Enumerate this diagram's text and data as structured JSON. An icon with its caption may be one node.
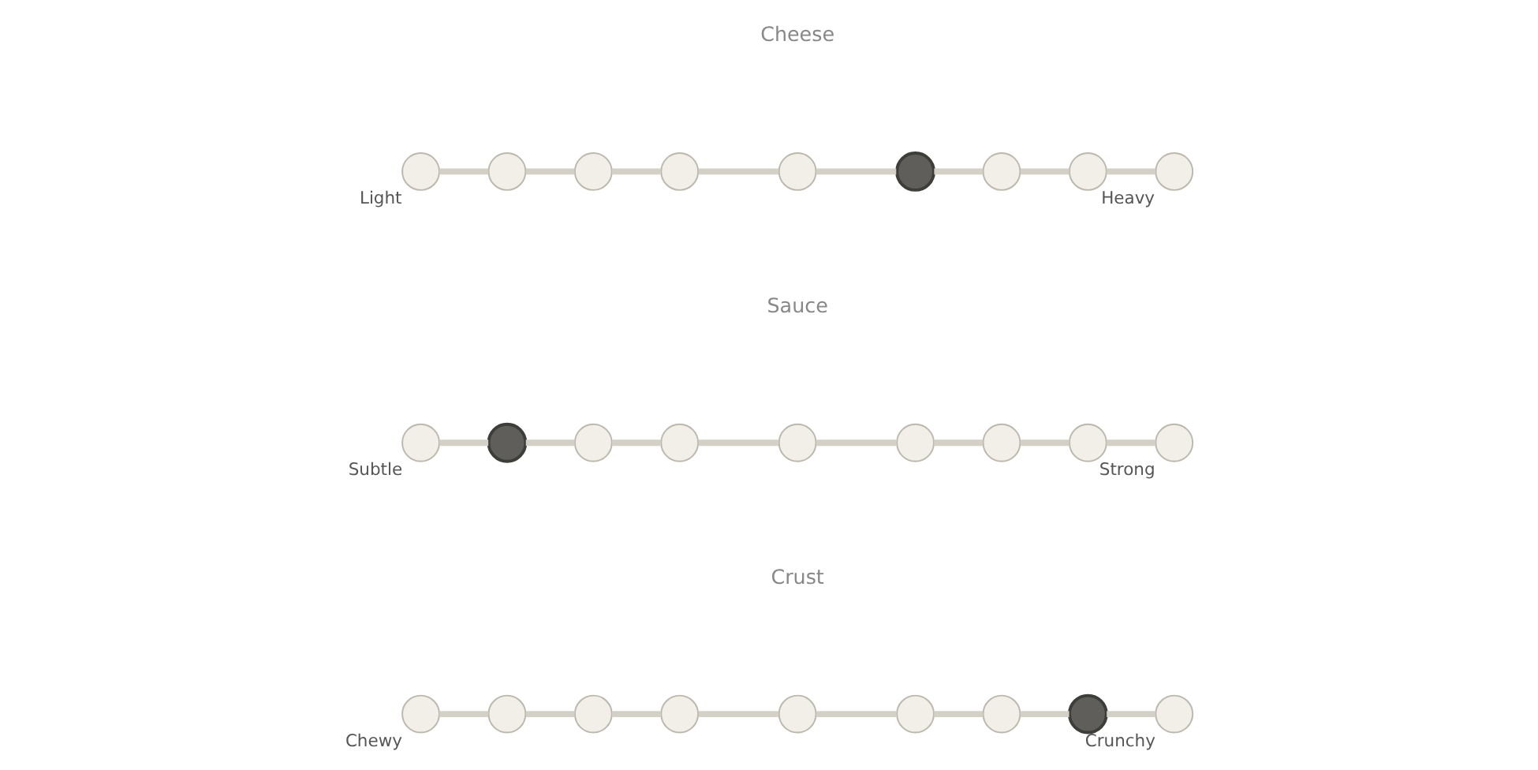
{
  "diagram": {
    "nodes": [
      {
        "text": [],
        "shape": "circle",
        "beside": [
          "Chewy"
        ]
      },
      {
        "text": [],
        "shape": "circle"
      },
      {
        "text": [],
        "shape": "circle"
      },
      {
        "text": [],
        "shape": "circle"
      },
      {
        "text": [],
        "shape": "circle"
      },
      {
        "text": [],
        "shape": "circle"
      },
      {
        "text": [],
        "shape": "circle"
      },
      {
        "text": [],
        "shape": "circle"
      },
      {
        "text": [],
        "shape": "circle",
        "beside": [
          "Crunchy"
        ]
      },
      {
        "text": [],
        "shape": "circle",
        "beside": [
          "Subtle"
        ]
      },
      {
        "text": [],
        "shape": "circle"
      },
      {
        "text": [],
        "shape": "circle"
      },
      {
        "text": [],
        "shape": "circle"
      },
      {
        "text": [],
        "shape": "circle"
      },
      {
        "text": [],
        "shape": "circle"
      },
      {
        "text": [],
        "shape": "circle"
      },
      {
        "text": [],
        "shape": "circle"
      },
      {
        "text": [],
        "shape": "circle",
        "beside": [
          "Strong"
        ]
      },
      {
        "text": [],
        "shape": "circle",
        "beside": [
          "Light"
        ]
      },
      {
        "text": [],
        "shape": "circle"
      },
      {
        "text": [],
        "shape": "circle"
      },
      {
        "text": [],
        "shape": "circle"
      },
      {
        "text": [],
        "shape": "circle"
      },
      {
        "text": [],
        "shape": "circle"
      },
      {
        "text": [],
        "shape": "circle"
      },
      {
        "text": [],
        "shape": "circle"
      },
      {
        "text": [],
        "shape": "circle",
        "beside": [
          "Heavy"
        ]
      }
    ],
    "edges": [
      {
        "from": 0,
        "to": 1,
        "arrow": "none"
      },
      {
        "from": 1,
        "to": 2,
        "arrow": "none"
      },
      {
        "from": 2,
        "to": 3,
        "arrow": "none"
      },
      {
        "from": 3,
        "to": 4,
        "arrow": "none"
      },
      {
        "from": 4,
        "to": 5,
        "arrow": "none"
      },
      {
        "from": 5,
        "to": 6,
        "arrow": "none"
      },
      {
        "from": 6,
        "to": 7,
        "arrow": "none"
      },
      {
        "from": 7,
        "to": 8,
        "arrow": "none"
      },
      {
        "from": 9,
        "to": 10,
        "arrow": "none"
      },
      {
        "from": 10,
        "to": 11,
        "arrow": "none"
      },
      {
        "from": 11,
        "to": 12,
        "arrow": "none"
      },
      {
        "from": 12,
        "to": 13,
        "arrow": "none"
      },
      {
        "from": 13,
        "to": 14,
        "arrow": "none"
      },
      {
        "from": 14,
        "to": 15,
        "arrow": "none"
      },
      {
        "from": 15,
        "to": 16,
        "arrow": "none"
      },
      {
        "from": 16,
        "to": 17,
        "arrow": "none"
      },
      {
        "from": 18,
        "to": 19,
        "arrow": "none"
      },
      {
        "from": 19,
        "to": 20,
        "arrow": "none"
      },
      {
        "from": 20,
        "to": 21,
        "arrow": "none"
      },
      {
        "from": 21,
        "to": 22,
        "arrow": "none"
      },
      {
        "from": 22,
        "to": 23,
        "arrow": "none"
      },
      {
        "from": 23,
        "to": 24,
        "arrow": "none"
      },
      {
        "from": 24,
        "to": 25,
        "arrow": "none"
      },
      {
        "from": 25,
        "to": 26,
        "arrow": "none"
      }
    ],
    "labels": [
      "Crust",
      "Sauce",
      "Cheese"
    ]
  }
}
